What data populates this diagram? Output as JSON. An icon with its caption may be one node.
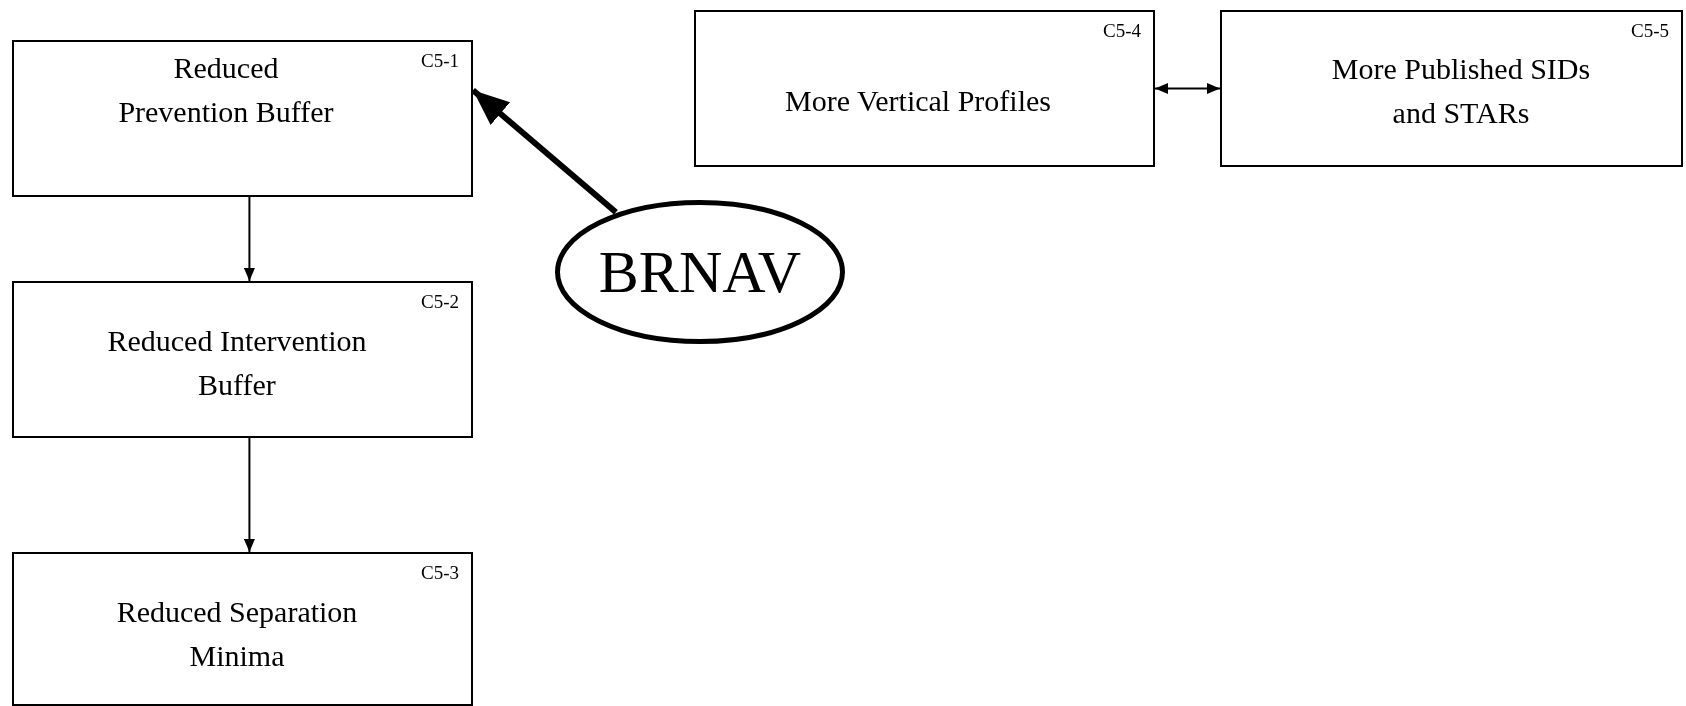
{
  "diagram": {
    "nodes": [
      {
        "text": [
          "Reduced Prevention Buffer",
          "C5-1"
        ]
      },
      {
        "text": [
          "Reduced Intervention Buffer",
          "C5-2"
        ]
      },
      {
        "text": [
          "Reduced Separation Minima",
          "C5-3"
        ]
      },
      {
        "text": [
          "More Vertical Profiles",
          "C5-4"
        ]
      },
      {
        "text": [
          "More Published SIDs and STARs",
          "C5-5"
        ]
      },
      {
        "text": [
          "BRNAV"
        ]
      }
    ],
    "edges": [
      {
        "from": 0,
        "to": 1,
        "arrow": "to"
      },
      {
        "from": 1,
        "to": 2,
        "arrow": "to"
      },
      {
        "from": 5,
        "to": 0,
        "arrow": "to",
        "style": "thick"
      },
      {
        "from": 3,
        "to": 4,
        "arrow": "both"
      }
    ]
  }
}
